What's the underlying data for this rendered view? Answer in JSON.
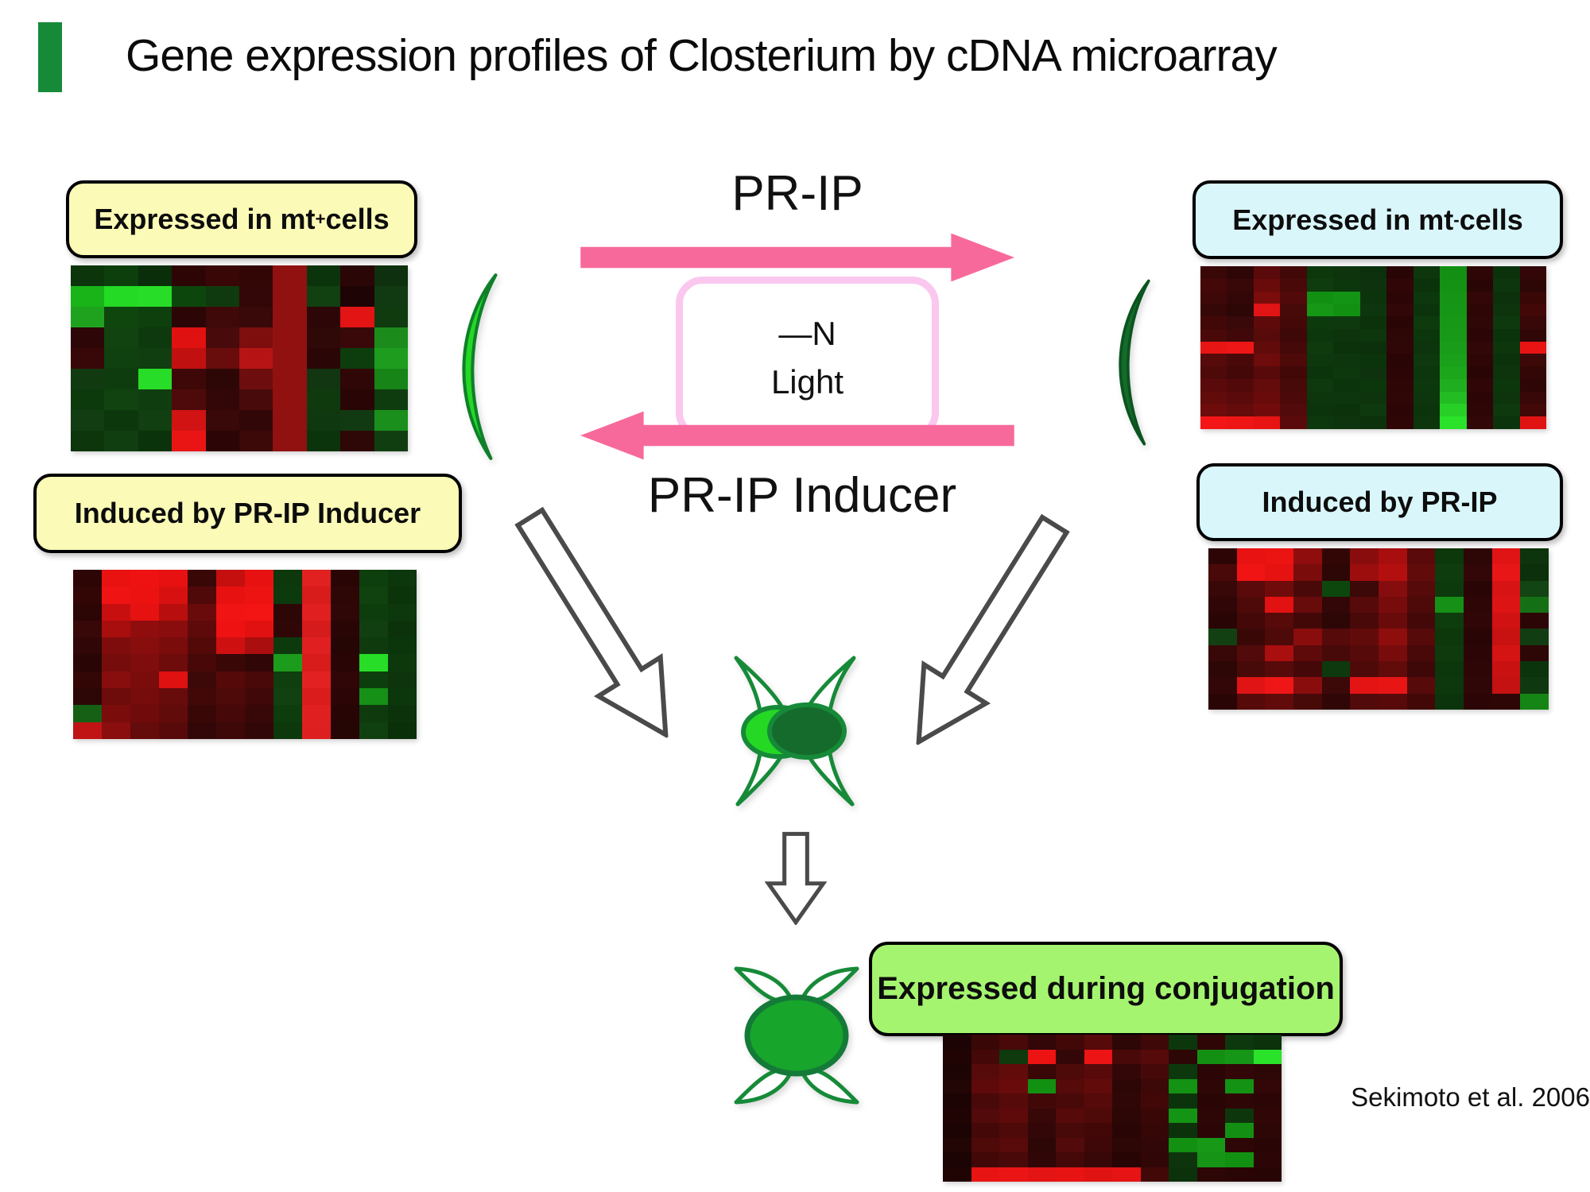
{
  "slide": {
    "title": "Gene expression profiles of Closterium by cDNA microarray",
    "citation": "Sekimoto et al. 2006"
  },
  "labels": {
    "mt_plus": {
      "prefix": "Expressed in mt",
      "sup": "+",
      "suffix": " cells"
    },
    "mt_minus": {
      "prefix": "Expressed in mt",
      "sup": "-",
      "suffix": " cells"
    },
    "induced_by_inducer": "Induced by PR-IP Inducer",
    "induced_by_prip": "Induced by PR-IP",
    "conjugation": "Expressed during conjugation"
  },
  "pathway": {
    "forward_arrow_label": "PR-IP",
    "reverse_arrow_label": "PR-IP Inducer",
    "condition_box": {
      "line1": "—N",
      "line2": "Light"
    }
  },
  "colors": {
    "accent_pink": "#F8699B",
    "pink_box_border": "#FAC7EF",
    "yellow_label": "#FBFAB6",
    "cyan_label": "#D9F6FA",
    "green_label": "#A5F46F",
    "title_bar_green": "#168A38",
    "bright_cell_green": "#24D824",
    "dark_cell_green": "#156B2B",
    "outline_green": "#168A38",
    "zygote_green": "#17A52B",
    "arrow_outline_gray": "#4A4A4A"
  },
  "heatmaps": {
    "mt_plus": {
      "rows": [
        [
          "#0c350c",
          "#0d3f0d",
          "#0a2e0a",
          "#2e0505",
          "#3a0707",
          "#330606",
          "#911111",
          "#0c340c",
          "#2a0606",
          "#0e300e"
        ],
        [
          "#18b418",
          "#24da24",
          "#27dd27",
          "#0c460c",
          "#0f3a0f",
          "#330707",
          "#911111",
          "#114011",
          "#1e0404",
          "#123a12"
        ],
        [
          "#1fa31f",
          "#0e460e",
          "#0d400d",
          "#2c0606",
          "#3f0909",
          "#390808",
          "#911111",
          "#2d0707",
          "#e21414",
          "#0f3b0f"
        ],
        [
          "#2d0707",
          "#114311",
          "#0e380e",
          "#df1111",
          "#480a0a",
          "#7e0e0e",
          "#911111",
          "#2f0808",
          "#390909",
          "#1b8c1b"
        ],
        [
          "#380707",
          "#0f400f",
          "#113e11",
          "#c11010",
          "#680c0c",
          "#b61414",
          "#911111",
          "#2a0606",
          "#0d3d0d",
          "#1e9c1e"
        ],
        [
          "#113a11",
          "#0e3c0e",
          "#27dd27",
          "#3f0808",
          "#2d0606",
          "#6e0d0d",
          "#911111",
          "#113611",
          "#2f0707",
          "#168416"
        ],
        [
          "#0d3a0d",
          "#114311",
          "#0f3d0f",
          "#4e0a0a",
          "#330707",
          "#480a0a",
          "#911111",
          "#0e3a0e",
          "#290505",
          "#0e3c0e"
        ],
        [
          "#123d12",
          "#0c360c",
          "#113f11",
          "#d11313",
          "#390808",
          "#320707",
          "#911111",
          "#103810",
          "#123a12",
          "#1b8f1b"
        ],
        [
          "#0d360d",
          "#103e10",
          "#0b330b",
          "#e91515",
          "#2c0606",
          "#3c0808",
          "#911111",
          "#0c340c",
          "#2e0707",
          "#113e11"
        ]
      ]
    },
    "inducer": {
      "rows": [
        [
          "#2e0505",
          "#ea1111",
          "#ee1212",
          "#e81111",
          "#3a0707",
          "#c50f0f",
          "#e81111",
          "#0c380c",
          "#e12020",
          "#2a0505",
          "#0d3e0d",
          "#0c360c"
        ],
        [
          "#330606",
          "#f01313",
          "#ec1212",
          "#d81010",
          "#500909",
          "#e81111",
          "#ee1313",
          "#0d3a0d",
          "#d81b1b",
          "#2d0606",
          "#0f420f",
          "#0b340b"
        ],
        [
          "#2c0505",
          "#c80f0f",
          "#e61111",
          "#b80e0e",
          "#6a0b0b",
          "#f11414",
          "#f31414",
          "#2d0606",
          "#e02020",
          "#300707",
          "#0d3c0d",
          "#0d380d"
        ],
        [
          "#380707",
          "#a80e0e",
          "#900d0d",
          "#8a0d0d",
          "#5e0a0a",
          "#ee1212",
          "#e11111",
          "#2f0707",
          "#d51b1b",
          "#2a0505",
          "#123f12",
          "#0c320c"
        ],
        [
          "#300606",
          "#7e0c0c",
          "#880d0d",
          "#7a0c0c",
          "#540909",
          "#cf1010",
          "#aa0e0e",
          "#0d3a0d",
          "#e02020",
          "#260505",
          "#0e3a0e",
          "#0b360b"
        ],
        [
          "#2a0505",
          "#760c0c",
          "#800d0d",
          "#6e0b0b",
          "#480808",
          "#3a0707",
          "#300606",
          "#1c9c1c",
          "#d81b1b",
          "#2a0505",
          "#27dd27",
          "#0c380c"
        ],
        [
          "#330606",
          "#880d0d",
          "#7a0c0c",
          "#e01111",
          "#3c0808",
          "#550909",
          "#4a0909",
          "#0f3e0f",
          "#e22222",
          "#300606",
          "#0d3e0d",
          "#0d340d"
        ],
        [
          "#2d0606",
          "#6e0b0b",
          "#760c0c",
          "#680b0b",
          "#420808",
          "#4e0909",
          "#400808",
          "#114011",
          "#da1c1c",
          "#2c0606",
          "#169016",
          "#0c360c"
        ],
        [
          "#156015",
          "#7a0c0c",
          "#700b0b",
          "#620b0b",
          "#3a0707",
          "#460808",
          "#380707",
          "#0d3c0d",
          "#e02020",
          "#280505",
          "#0e3a0e",
          "#0b320b"
        ],
        [
          "#c01414",
          "#8a0e0e",
          "#640b0b",
          "#580a0a",
          "#330707",
          "#3e0808",
          "#320707",
          "#0c380c",
          "#dd1f1f",
          "#260505",
          "#104010",
          "#0a300a"
        ]
      ]
    },
    "mt_minus": {
      "rows": [
        [
          "#3a0707",
          "#2e0606",
          "#5a0a0a",
          "#420808",
          "#0c380c",
          "#0d340d",
          "#0b300b",
          "#2a0505",
          "#0d360d",
          "#139013",
          "#2e0606",
          "#0c320c",
          "#330707"
        ],
        [
          "#440808",
          "#380707",
          "#6a0b0b",
          "#4a0909",
          "#0e3c0e",
          "#0c360c",
          "#0d320d",
          "#300606",
          "#0b320b",
          "#149214",
          "#2a0505",
          "#0e360e",
          "#2d0606"
        ],
        [
          "#3e0808",
          "#330707",
          "#7a0c0c",
          "#520909",
          "#129012",
          "#149414",
          "#0c340c",
          "#2c0606",
          "#0d380d",
          "#159415",
          "#330707",
          "#0c300c",
          "#3a0707"
        ],
        [
          "#360707",
          "#2d0606",
          "#e01414",
          "#480909",
          "#169816",
          "#129012",
          "#0e360e",
          "#320707",
          "#0c340c",
          "#169616",
          "#2e0606",
          "#0d340d",
          "#420808"
        ],
        [
          "#420808",
          "#390808",
          "#5e0a0a",
          "#440808",
          "#0d3a0d",
          "#0e380e",
          "#0c320c",
          "#2a0505",
          "#0e3a0e",
          "#179817",
          "#300707",
          "#0e380e",
          "#380707"
        ],
        [
          "#4a0909",
          "#400808",
          "#560a0a",
          "#3e0808",
          "#0c360c",
          "#0d340d",
          "#0d360d",
          "#2d0606",
          "#0c360c",
          "#189a18",
          "#2c0606",
          "#0c340c",
          "#300606"
        ],
        [
          "#e81515",
          "#ee1616",
          "#620b0b",
          "#460909",
          "#0e3a0e",
          "#0c320c",
          "#0b300b",
          "#300707",
          "#0d340d",
          "#199c19",
          "#320707",
          "#0d360d",
          "#e81414"
        ],
        [
          "#560a0a",
          "#4a0909",
          "#6e0b0b",
          "#4e0909",
          "#0d380d",
          "#0e360e",
          "#0c340c",
          "#2a0505",
          "#0e380e",
          "#1aa01a",
          "#2e0606",
          "#0c320c",
          "#3c0808"
        ],
        [
          "#4e0909",
          "#440808",
          "#580a0a",
          "#420808",
          "#0c340c",
          "#0d380d",
          "#0d320d",
          "#2c0606",
          "#0c360c",
          "#1ca61c",
          "#2a0505",
          "#0e340e",
          "#340707"
        ],
        [
          "#5a0a0a",
          "#520909",
          "#640b0b",
          "#480909",
          "#0e380e",
          "#0c340c",
          "#0c360c",
          "#2e0606",
          "#0d380d",
          "#1fae1f",
          "#300606",
          "#0c360c",
          "#2e0606"
        ],
        [
          "#620b0b",
          "#5a0a0a",
          "#6a0b0b",
          "#4c0909",
          "#0d360d",
          "#0e360e",
          "#0d340d",
          "#300707",
          "#0e360e",
          "#23bc23",
          "#2c0606",
          "#0d340d",
          "#380707"
        ],
        [
          "#6e0b0b",
          "#640b0b",
          "#720c0c",
          "#520a0a",
          "#0c340c",
          "#0c320c",
          "#0e380e",
          "#2c0606",
          "#0c340c",
          "#27cf27",
          "#2e0606",
          "#0e380e",
          "#420808"
        ],
        [
          "#f41616",
          "#ee1515",
          "#e81414",
          "#5a0a0a",
          "#0d380d",
          "#0e340e",
          "#0c320c",
          "#2e0606",
          "#0d360d",
          "#2ae22a",
          "#320707",
          "#0c340c",
          "#e01313"
        ]
      ]
    },
    "prip": {
      "rows": [
        [
          "#2d0505",
          "#e81212",
          "#ec1313",
          "#900d0d",
          "#330606",
          "#8a0d0d",
          "#a80e0e",
          "#5a0a0a",
          "#0c380c",
          "#2d0606",
          "#e01414",
          "#0d340d"
        ],
        [
          "#4a0909",
          "#f01414",
          "#e61212",
          "#7a0c0c",
          "#2d0606",
          "#9c0e0e",
          "#b40f0f",
          "#620b0b",
          "#0e3c0e",
          "#330707",
          "#e81616",
          "#0c300c"
        ],
        [
          "#380707",
          "#5a0a0a",
          "#700b0b",
          "#4a0909",
          "#0d470d",
          "#3c0808",
          "#860d0d",
          "#560a0a",
          "#0d3a0d",
          "#2a0505",
          "#d81313",
          "#134413"
        ],
        [
          "#300606",
          "#4e0909",
          "#e21212",
          "#680b0b",
          "#330707",
          "#560a0a",
          "#780c0c",
          "#4e0909",
          "#169016",
          "#2e0606",
          "#dd1414",
          "#157015"
        ],
        [
          "#2a0505",
          "#440808",
          "#560a0a",
          "#420808",
          "#2d0606",
          "#4a0909",
          "#6a0b0b",
          "#440808",
          "#0d3c0d",
          "#300606",
          "#d01212",
          "#2c0606"
        ],
        [
          "#134013",
          "#3a0707",
          "#4e0909",
          "#8a0d0d",
          "#560a0a",
          "#620b0b",
          "#8e0d0d",
          "#560a0a",
          "#0c380c",
          "#2a0505",
          "#c81111",
          "#123c12"
        ],
        [
          "#380707",
          "#520a0a",
          "#aa0f0f",
          "#5e0a0a",
          "#480909",
          "#560a0a",
          "#780c0c",
          "#4a0909",
          "#0e3a0e",
          "#2c0606",
          "#d41313",
          "#2d0606"
        ],
        [
          "#2d0606",
          "#480909",
          "#560a0a",
          "#440808",
          "#0e380e",
          "#4e0909",
          "#620b0b",
          "#3e0808",
          "#0c360c",
          "#2e0606",
          "#ca1111",
          "#0c340c"
        ],
        [
          "#330707",
          "#e01414",
          "#ee1616",
          "#8a0d0d",
          "#3c0808",
          "#e41414",
          "#e81515",
          "#560a0a",
          "#0d380d",
          "#300707",
          "#c41111",
          "#103810"
        ],
        [
          "#2a0505",
          "#560a0a",
          "#620b0b",
          "#480909",
          "#300606",
          "#520a0a",
          "#580a0a",
          "#420808",
          "#0c340c",
          "#2c0606",
          "#2e0606",
          "#158515"
        ]
      ]
    },
    "conjugation": {
      "rows": [
        [
          "#1d0404",
          "#3a0707",
          "#4a0909",
          "#330707",
          "#420808",
          "#560a0a",
          "#2d0606",
          "#3e0808",
          "#0c360c",
          "#2e0606",
          "#0d380d",
          "#0c320c"
        ],
        [
          "#200404",
          "#440808",
          "#0e3a0e",
          "#ee1313",
          "#330707",
          "#ec1414",
          "#4a0909",
          "#560a0a",
          "#2d0606",
          "#139013",
          "#169616",
          "#2ae22a"
        ],
        [
          "#1d0404",
          "#560a0a",
          "#620b0b",
          "#3a0707",
          "#4e0909",
          "#580a0a",
          "#330707",
          "#460909",
          "#0d380d",
          "#2c0606",
          "#330707",
          "#2d0606"
        ],
        [
          "#220505",
          "#5e0a0a",
          "#6a0b0b",
          "#129012",
          "#560a0a",
          "#620b0b",
          "#2d0606",
          "#3c0808",
          "#139213",
          "#2e0606",
          "#149214",
          "#330707"
        ],
        [
          "#1d0404",
          "#4a0909",
          "#560a0a",
          "#420808",
          "#4a0909",
          "#560a0a",
          "#300707",
          "#420808",
          "#0c340c",
          "#2a0505",
          "#2e0606",
          "#2c0606"
        ],
        [
          "#200404",
          "#520a0a",
          "#5e0a0a",
          "#380707",
          "#560a0a",
          "#4e0909",
          "#2d0606",
          "#3a0707",
          "#149414",
          "#2d0606",
          "#0d360d",
          "#300606"
        ],
        [
          "#1d0404",
          "#440808",
          "#4e0909",
          "#330707",
          "#480909",
          "#420808",
          "#2a0505",
          "#360707",
          "#0c320c",
          "#2c0606",
          "#139013",
          "#2d0606"
        ],
        [
          "#220505",
          "#4e0909",
          "#580a0a",
          "#2d0606",
          "#520a0a",
          "#3e0808",
          "#2d0606",
          "#320707",
          "#129012",
          "#179817",
          "#2e0606",
          "#2a0505"
        ],
        [
          "#1d0404",
          "#420808",
          "#4a0909",
          "#300606",
          "#440808",
          "#380707",
          "#280505",
          "#300606",
          "#0d340d",
          "#159415",
          "#129012",
          "#2c0606"
        ],
        [
          "#200404",
          "#e81414",
          "#ec1515",
          "#e41414",
          "#e81414",
          "#e01313",
          "#e61414",
          "#420808",
          "#0c320c",
          "#2d0606",
          "#2a0505",
          "#280505"
        ]
      ]
    }
  }
}
